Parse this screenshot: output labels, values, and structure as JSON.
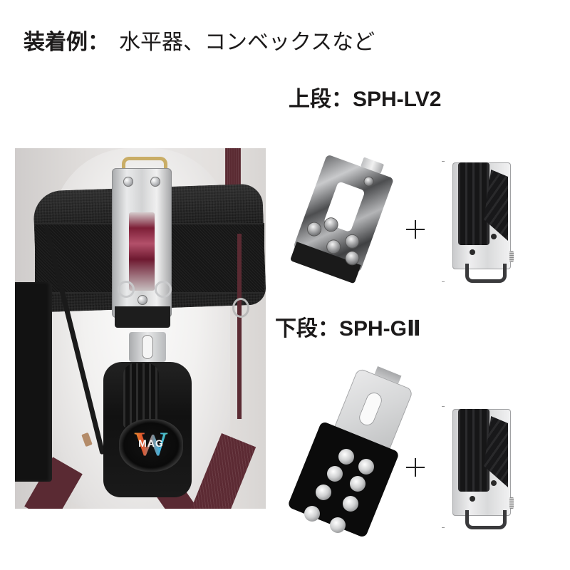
{
  "header": {
    "title_lead": "装着例：",
    "title_rest": "水平器、コンベックスなど"
  },
  "sections": [
    {
      "position": "upper",
      "label": "上段：SPH-LV2",
      "tier": "上段",
      "model": "SPH-LV2",
      "items": [
        "level-holster-clip",
        "tape-measure-holder"
      ],
      "connector": "+"
    },
    {
      "position": "lower",
      "label": "下段：SPH-GⅡ",
      "tier": "下段",
      "model": "SPH-GⅡ",
      "items": [
        "magnet-pad-clip",
        "tape-measure-holder"
      ],
      "connector": "+"
    }
  ],
  "photo": {
    "description": "worn-example-on-belt",
    "tape_logo": {
      "big_letter": "W",
      "word": "MAG"
    }
  },
  "colors": {
    "text": "#1c1a1a",
    "strap": "#5a2a32",
    "belt": "#161616",
    "vial": "#7d1f37",
    "background": "#ffffff"
  }
}
